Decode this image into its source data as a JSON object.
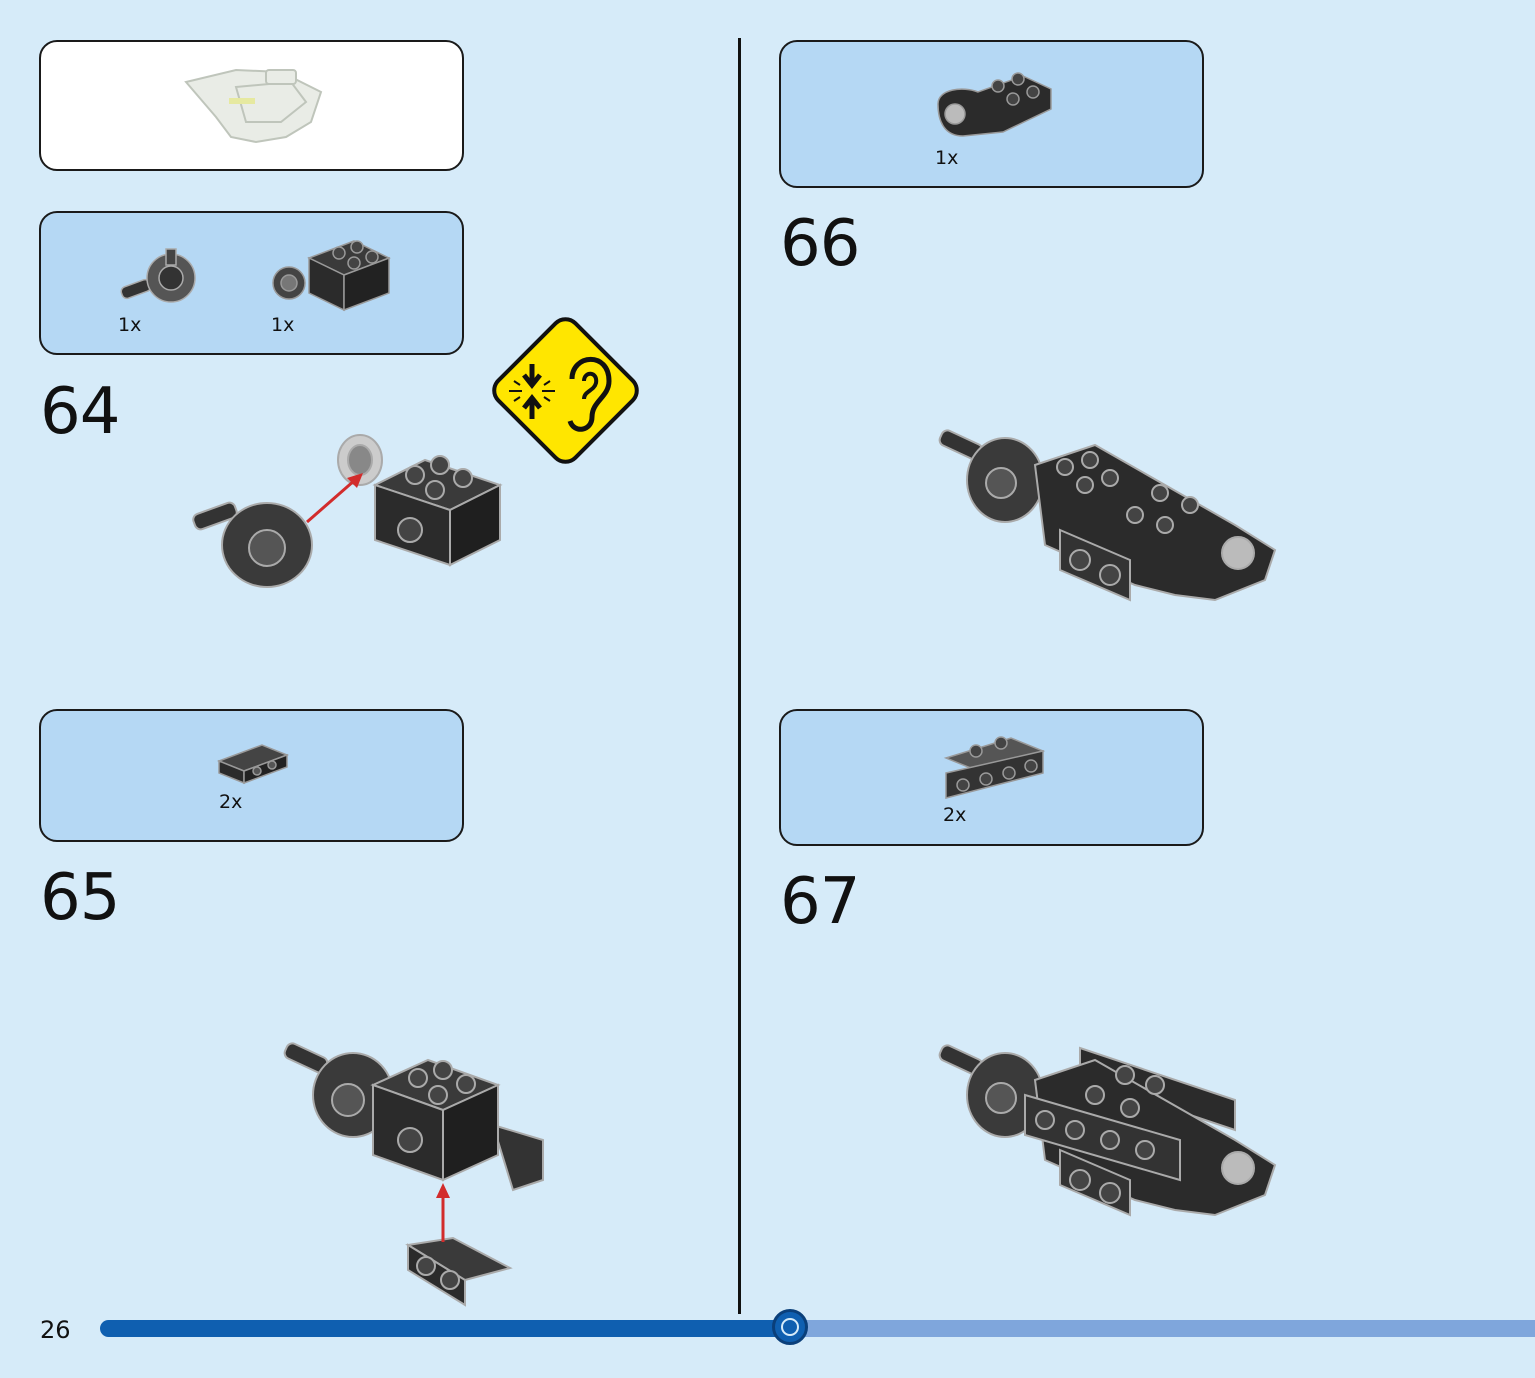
{
  "page": {
    "number": "26"
  },
  "progress": {
    "fraction": 0.5
  },
  "steps": [
    {
      "number": "64",
      "parts": [
        {
          "qty": "1x"
        },
        {
          "qty": "1x"
        }
      ]
    },
    {
      "number": "65",
      "parts": [
        {
          "qty": "2x"
        }
      ]
    },
    {
      "number": "66",
      "parts": [
        {
          "qty": "1x"
        }
      ]
    },
    {
      "number": "67",
      "parts": [
        {
          "qty": "2x"
        }
      ]
    }
  ],
  "icons": {
    "warning": "click-sound-warning-icon",
    "arrow_color": "#d22c2c"
  },
  "colors": {
    "background": "#d6ebf9",
    "parts_box": "#b5d8f4",
    "brick": "#2b2b2b",
    "progress": "#0f5fb0",
    "progress_rest": "#7fa6dc",
    "warning_yellow": "#ffe600"
  }
}
